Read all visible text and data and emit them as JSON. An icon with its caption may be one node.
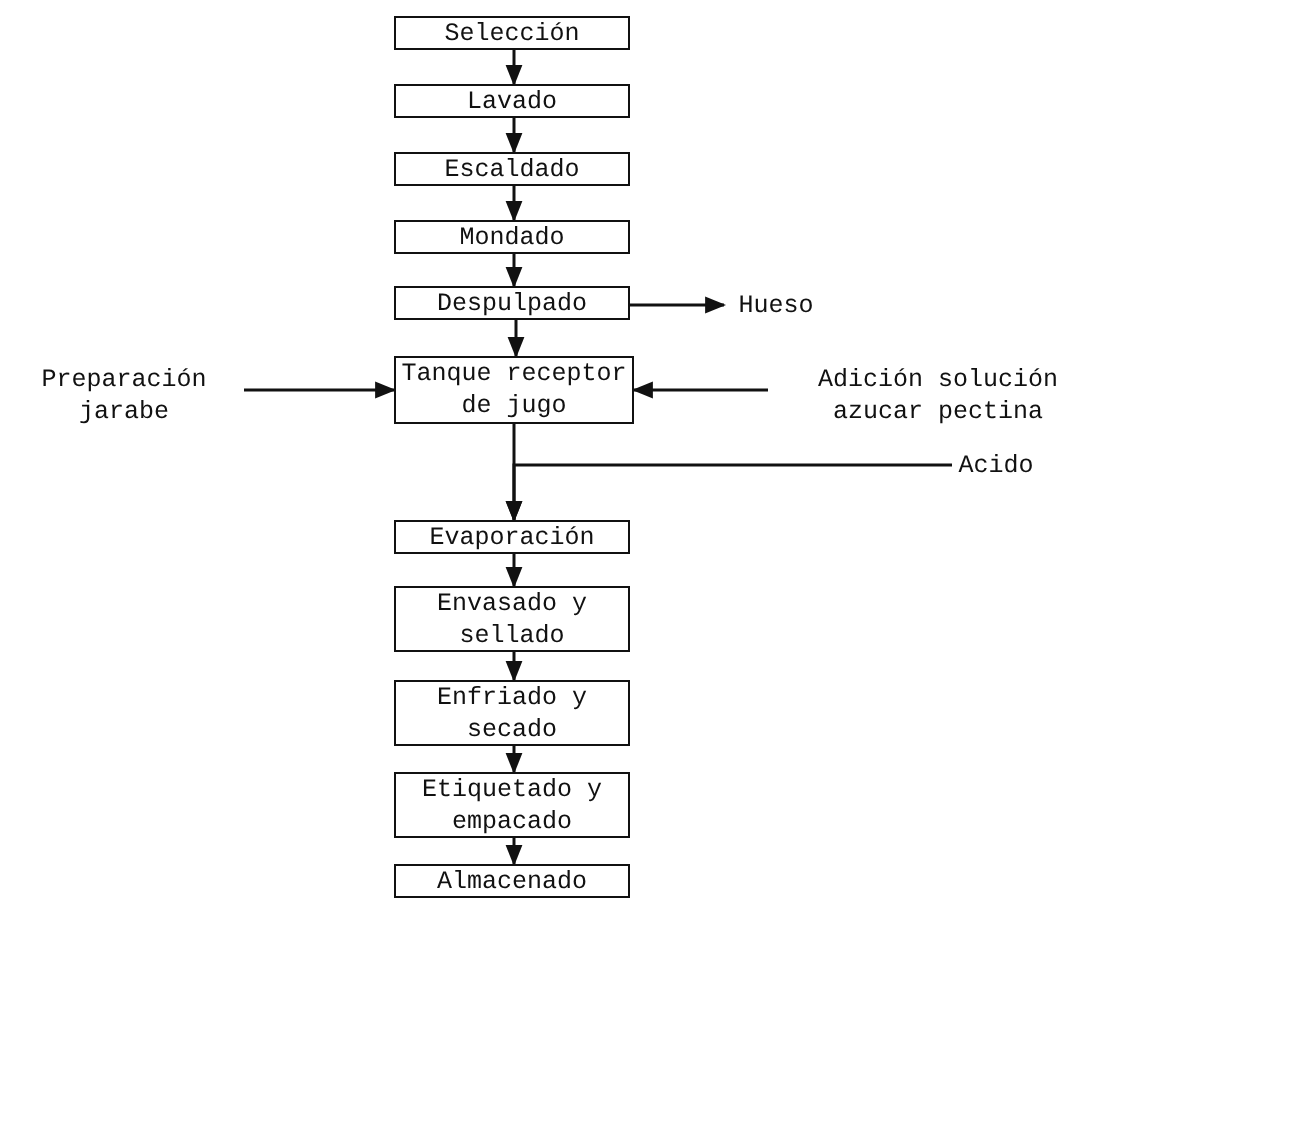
{
  "diagram": {
    "nodes": [
      {
        "text": [
          "Selección"
        ]
      },
      {
        "text": [
          "Lavado"
        ]
      },
      {
        "text": [
          "Escaldado"
        ]
      },
      {
        "text": [
          "Mondado"
        ]
      },
      {
        "text": [
          "Despulpado"
        ]
      },
      {
        "text": [
          "Hueso"
        ]
      },
      {
        "text": [
          "Tanque receptor de jugo"
        ]
      },
      {
        "text": [
          "Preparación jarabe"
        ]
      },
      {
        "text": [
          "Adición solución azucar pectina"
        ]
      },
      {
        "text": [
          "Acido"
        ]
      },
      {
        "text": [
          "Evaporación"
        ]
      },
      {
        "text": [
          "Envasado y sellado"
        ]
      },
      {
        "text": [
          "Enfriado y secado"
        ]
      },
      {
        "text": [
          "Etiquetado y empacado"
        ]
      },
      {
        "text": [
          "Almacenado"
        ]
      }
    ],
    "edges": [
      {
        "from": 0,
        "to": 1,
        "arrow": "to"
      },
      {
        "from": 1,
        "to": 2,
        "arrow": "to"
      },
      {
        "from": 2,
        "to": 3,
        "arrow": "to"
      },
      {
        "from": 3,
        "to": 4,
        "arrow": "to"
      },
      {
        "from": 4,
        "to": 5,
        "arrow": "to"
      },
      {
        "from": 4,
        "to": 6,
        "arrow": "to"
      },
      {
        "from": 7,
        "to": 6,
        "arrow": "to"
      },
      {
        "from": 8,
        "to": 6,
        "arrow": "to"
      },
      {
        "from": 6,
        "to": 10,
        "arrow": "to"
      },
      {
        "from": 9,
        "to": 10,
        "arrow": "to"
      },
      {
        "from": 10,
        "to": 11,
        "arrow": "to"
      },
      {
        "from": 11,
        "to": 12,
        "arrow": "to"
      },
      {
        "from": 12,
        "to": 13,
        "arrow": "to"
      },
      {
        "from": 13,
        "to": 14,
        "arrow": "to"
      }
    ]
  }
}
